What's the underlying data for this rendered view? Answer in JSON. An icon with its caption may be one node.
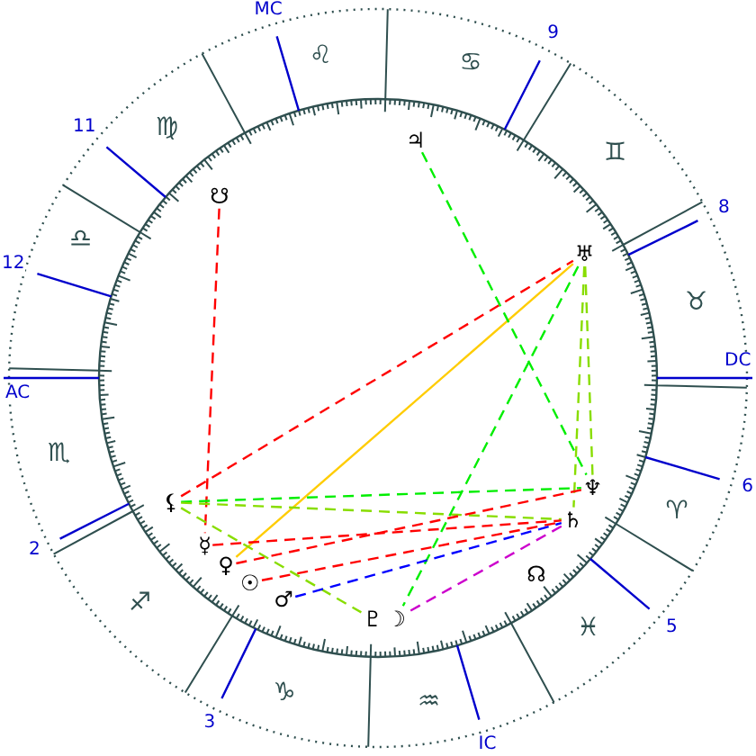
{
  "diagram": {
    "nodes": [
      {
        "text": [
          "♃"
        ]
      },
      {
        "text": [
          "☋"
        ]
      },
      {
        "text": [
          "♅"
        ]
      },
      {
        "text": [
          "⚸"
        ]
      },
      {
        "text": [
          "♆"
        ]
      },
      {
        "text": [
          "♄"
        ]
      },
      {
        "text": [
          "☿"
        ]
      },
      {
        "text": [
          "♀"
        ]
      },
      {
        "text": [
          "☉"
        ]
      },
      {
        "text": [
          "♂"
        ]
      },
      {
        "text": [
          "♇"
        ]
      },
      {
        "text": [
          "☽"
        ]
      }
    ],
    "edges": [
      {
        "from": 1,
        "to": 6,
        "arrow": "none",
        "style": "dashed",
        "color": "#ff0000"
      },
      {
        "from": 3,
        "to": 2,
        "arrow": "none",
        "style": "dashed",
        "color": "#ff0000"
      },
      {
        "from": 7,
        "to": 2,
        "arrow": "none",
        "color": "#ffcc00"
      },
      {
        "from": 3,
        "to": 4,
        "arrow": "none",
        "style": "dashed",
        "color": "#00ee00"
      },
      {
        "from": 3,
        "to": 5,
        "arrow": "none",
        "style": "dashed",
        "color": "#88dd00"
      },
      {
        "from": 3,
        "to": 10,
        "arrow": "none",
        "style": "dashed",
        "color": "#88dd00"
      },
      {
        "from": 0,
        "to": 4,
        "arrow": "none",
        "style": "dashed",
        "color": "#00ee00"
      },
      {
        "from": 2,
        "to": 4,
        "arrow": "none",
        "style": "dashed",
        "color": "#88dd00"
      },
      {
        "from": 2,
        "to": 5,
        "arrow": "none",
        "style": "dashed",
        "color": "#88dd00"
      },
      {
        "from": 2,
        "to": 11,
        "arrow": "none",
        "style": "dashed",
        "color": "#00ee00"
      },
      {
        "from": 6,
        "to": 5,
        "arrow": "none",
        "style": "dashed",
        "color": "#ff0000"
      },
      {
        "from": 7,
        "to": 4,
        "arrow": "none",
        "style": "dashed",
        "color": "#ff0000"
      },
      {
        "from": 8,
        "to": 5,
        "arrow": "none",
        "style": "dashed",
        "color": "#ff0000"
      },
      {
        "from": 9,
        "to": 5,
        "arrow": "none",
        "style": "dashed",
        "color": "#0000ff"
      },
      {
        "from": 5,
        "to": 11,
        "arrow": "none",
        "style": "dashed",
        "color": "#cc00cc"
      }
    ],
    "labels": [
      "MC",
      "9",
      "♌",
      "♋",
      "♍",
      "11",
      "♊",
      "8",
      "12",
      "♎",
      "♉",
      "AC",
      "DC",
      "♏",
      "♈",
      "6",
      "2",
      "☊",
      "♐",
      "♓",
      "5",
      "♑",
      "♒",
      "3",
      "IC"
    ]
  }
}
